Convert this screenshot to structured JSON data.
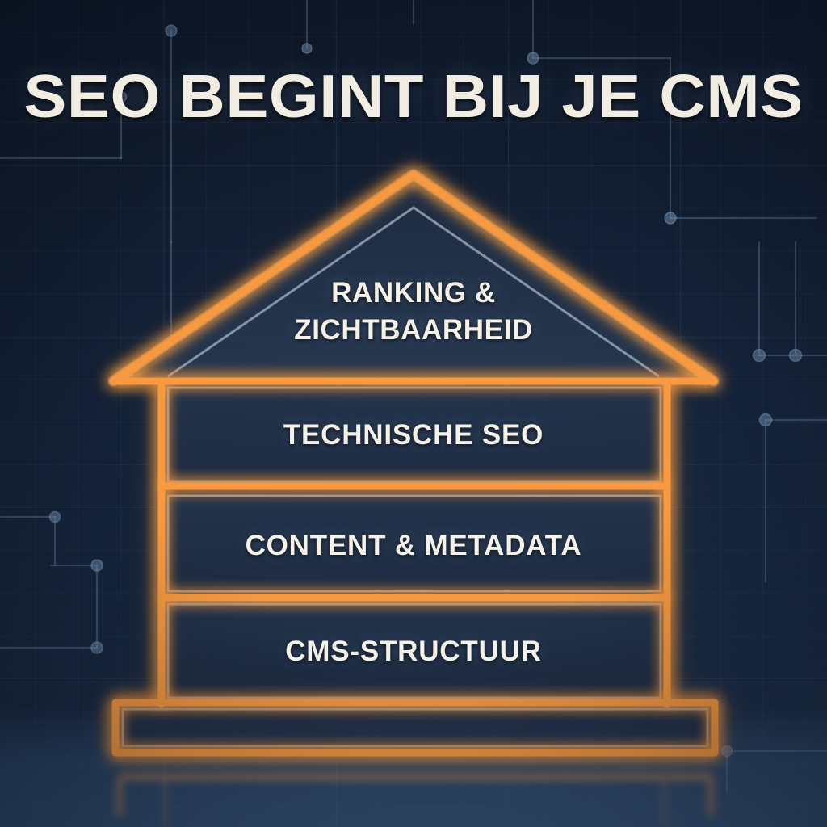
{
  "meta": {
    "language": "nl",
    "type": "infographic",
    "concept": "house-pyramid-layers"
  },
  "colors": {
    "background_dark": "#101b2e",
    "background_mid": "#1b2c46",
    "neon_orange": "#f6993f",
    "neon_orange_bright": "#ffb257",
    "panel_fill": "#223148",
    "panel_inner_border": "#9aa8bb",
    "text_cream": "#f2ede2",
    "grid_line": "#8cafd7",
    "circuit_line": "#7f9abb"
  },
  "title": {
    "text": "SEO BEGINT BIJ JE CMS"
  },
  "house": {
    "roof": {
      "name": "roof",
      "label_line_1": "RANKING &",
      "label_line_2": "ZICHTBAARHEID"
    },
    "layers": [
      {
        "index": 1,
        "label": "TECHNISCHE SEO"
      },
      {
        "index": 2,
        "label": "CONTENT & METADATA"
      },
      {
        "index": 3,
        "label": "CMS-STRUCTUUR"
      }
    ],
    "foundation": {
      "name": "foundation-bar",
      "label": ""
    }
  }
}
